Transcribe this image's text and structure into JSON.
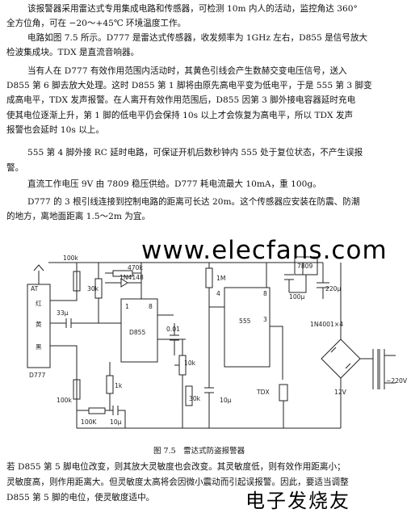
{
  "paragraphs": {
    "p1_l1": "该报警器采用雷达式专用集成电路和传感器，可检测 10m 内人的活动，监控角达 360°",
    "p1_l2": "全方位角，可在 −20～+45℃ 环境温度工作。",
    "p2_l1": "电路如图 7.5 所示。D777 是雷达式传感器，收发频率为 1GHz 左右，D855 是信号放大",
    "p2_l2": "检波集成块。TDX 是直流音响器。",
    "p3_l1": "当有人在 D777 有效作用范围内活动时，其黄色引线会产生数赫交变电压信号，送入",
    "p3_l2": "D855 第 6 脚去放大处理。这时 D855 第 1 脚将由原先高电平变为低电平，于是 555 第 3 脚变",
    "p3_l3": "成高电平，TDX 发声报警。在人离开有效作用范围后，D855 因第 3 脚外接电容器延时充电",
    "p3_l4": "使其电位逐渐上升，第 1 脚的低电平仍会保持 10s 以上才会恢复为高电平，所以 TDX 发声",
    "p3_l5": "报警也会延时 10s 以上。",
    "p4_l1": "555 第 4 脚外接 RC 延时电路，可保证开机后数秒钟内 555 处于复位状态，不产生误报",
    "p4_l2": "警。",
    "p5_l1": "直流工作电压 9V 由 7809 稳压供给。D777 耗电流最大 10mA，重 100g。",
    "p6_l1": "D777 的 3 根引线连接到控制电路的距离可长达 20m。这个传感器应安装在防震、防潮",
    "p6_l2": "的地方，离地面距离 1.5～2m 为宜。",
    "p7_l1": "若 D855 第 5 脚电位改变，则其放大灵敏度也会改变。其灵敏度低，则有效作用距离小；",
    "p7_l2": "灵敏度高，则作用距离大。但灵敏度太高将会因微小震动而引起误报警。因此，要适当调整",
    "p7_l3": "D855 第 5 脚的电位，使灵敏度适中。"
  },
  "figure": {
    "caption": "图 7.5　雷达式防盗报警器",
    "labels": {
      "at": "AT",
      "red": "红",
      "yellow": "黄",
      "black": "黑",
      "d777": "D777",
      "cap33": "33μ",
      "r100k_a": "100k",
      "r100k_b": "100k",
      "r100k_c": "100K",
      "c10u_a": "10μ",
      "r30k_a": "30k",
      "r470k": "470k",
      "d1n4148": "1N4148",
      "ic_d855": "D855",
      "pin1": "1",
      "pin8": "8",
      "r1k": "1k",
      "c001": "0.01",
      "r10k": "10k",
      "r30k_b": "30k",
      "r1m": "1M",
      "ic_555": "555",
      "pin4": "4",
      "pin8b": "8",
      "pin3": "3",
      "c10u_b": "10μ",
      "tdx": "TDX",
      "reg7809": "7809",
      "c100u": "100μ",
      "c220u": "220μ",
      "diodes": "1N4001×4",
      "v12": "12V",
      "v220": "~220V"
    }
  },
  "watermarks": {
    "site": "www.elecfans.com",
    "cn": "电子发烧友"
  }
}
